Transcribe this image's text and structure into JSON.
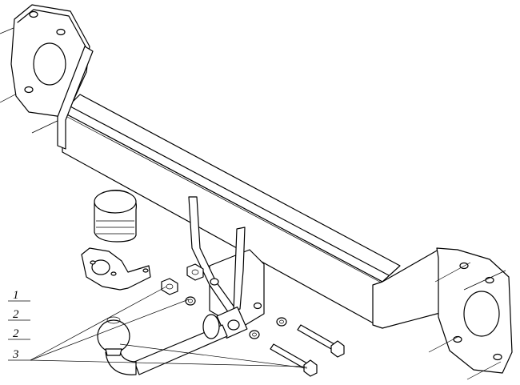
{
  "callouts": [
    {
      "label": "1"
    },
    {
      "label": "2"
    },
    {
      "label": "2"
    },
    {
      "label": "3"
    }
  ]
}
